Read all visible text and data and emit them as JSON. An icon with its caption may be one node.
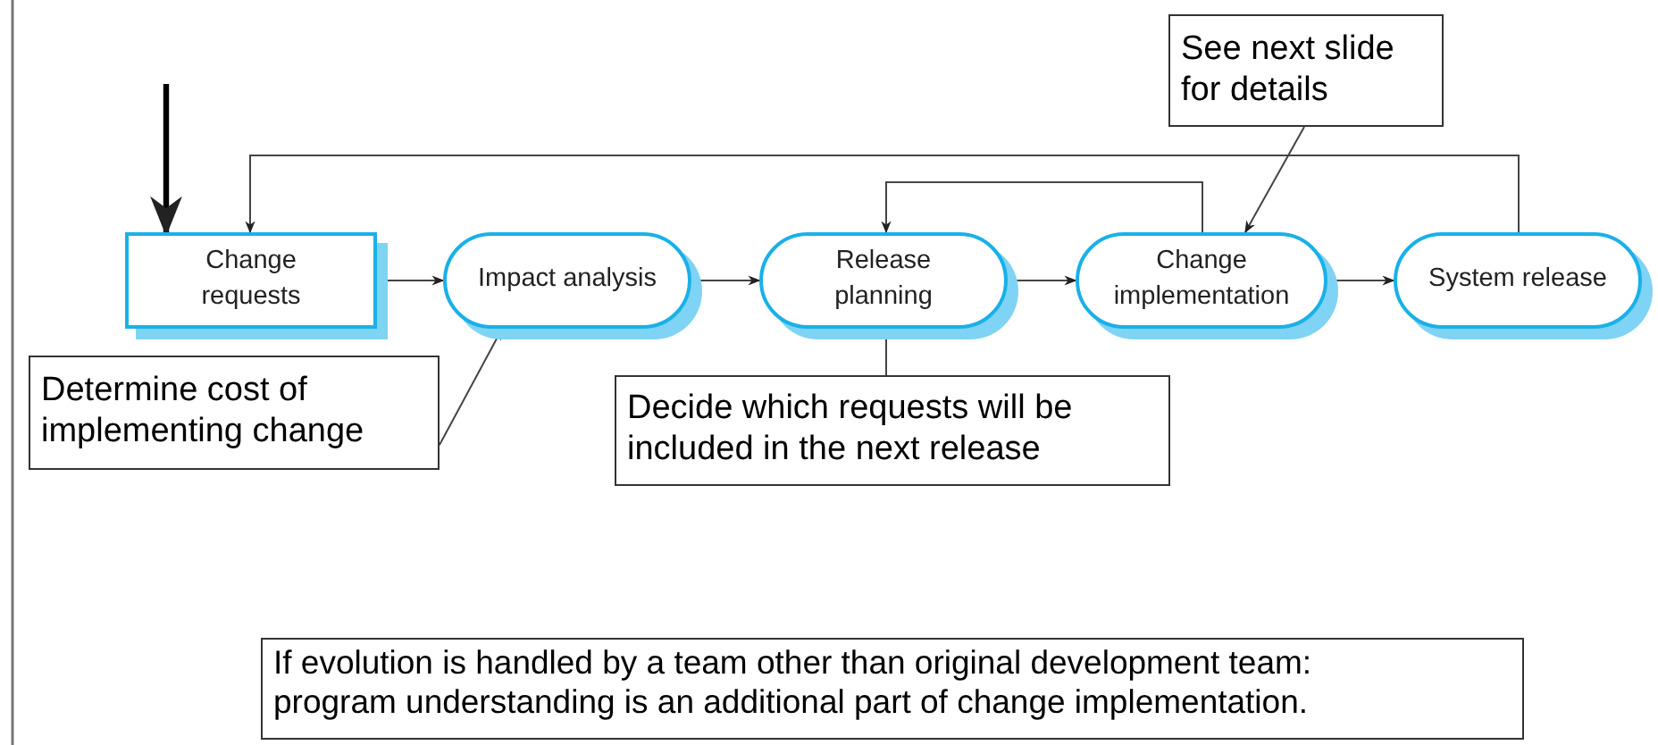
{
  "diagram": {
    "nodes": [
      {
        "text": [
          "Change requests"
        ]
      },
      {
        "text": [
          "Impact analysis"
        ]
      },
      {
        "text": [
          "Release planning"
        ]
      },
      {
        "text": [
          "Change implementation"
        ]
      },
      {
        "text": [
          "System release"
        ]
      },
      {
        "text": [
          "Determine cost of implementing change"
        ]
      },
      {
        "text": [
          "Decide which requests will be included in the next release"
        ]
      },
      {
        "text": [
          "See next slide for details"
        ]
      },
      {
        "text": [
          "If evolution is handled by a team other than original development team: program understanding is an additional part of change implementation."
        ]
      }
    ],
    "edges": [
      {
        "from": null,
        "to": 0,
        "arrow": "to",
        "style": "thick"
      },
      {
        "from": 0,
        "to": 1,
        "arrow": "to"
      },
      {
        "from": 1,
        "to": 2,
        "arrow": "to"
      },
      {
        "from": 2,
        "to": 3,
        "arrow": "to"
      },
      {
        "from": 3,
        "to": 4,
        "arrow": "to"
      },
      {
        "from": 4,
        "to": 0,
        "arrow": "to"
      },
      {
        "from": 3,
        "to": 2,
        "arrow": "to"
      },
      {
        "from": 5,
        "to": 1,
        "arrow": "to"
      },
      {
        "from": 7,
        "to": 3,
        "arrow": "to"
      },
      {
        "from": 6,
        "to": 2,
        "arrow": "none"
      }
    ]
  }
}
